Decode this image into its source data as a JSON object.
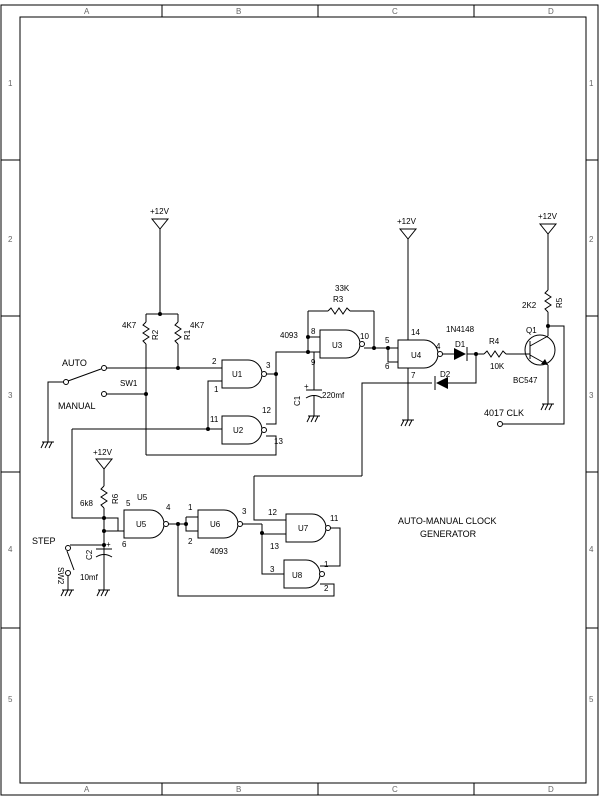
{
  "frame": {
    "cols": [
      "A",
      "B",
      "C",
      "D"
    ],
    "rows": [
      "1",
      "2",
      "3",
      "4",
      "5"
    ]
  },
  "supplies": [
    "+12V",
    "+12V",
    "+12V",
    "+12V"
  ],
  "resistors": {
    "r1": {
      "ref": "R1",
      "value": "4K7"
    },
    "r2": {
      "ref": "R2",
      "value": "4K7"
    },
    "r3": {
      "ref": "R3",
      "value": "33K"
    },
    "r4": {
      "ref": "R4",
      "value": "10K"
    },
    "r5": {
      "ref": "R5",
      "value": "2K2"
    },
    "r6": {
      "ref": "R6",
      "value": "6k8"
    }
  },
  "capacitors": {
    "c1": {
      "ref": "C1",
      "value": "220mf"
    },
    "c2": {
      "ref": "C2",
      "value": "10mf"
    }
  },
  "diodes": {
    "d1": {
      "ref": "D1",
      "value": "1N4148"
    },
    "d2": {
      "ref": "D2"
    }
  },
  "transistor": {
    "ref": "Q1",
    "value": "BC547"
  },
  "switches": {
    "sw1": {
      "ref": "SW1",
      "auto": "AUTO",
      "manual": "MANUAL"
    },
    "sw2": {
      "ref": "SW2",
      "label": "STEP"
    }
  },
  "gates": {
    "u1": {
      "ref": "U1",
      "pins": [
        "2",
        "1",
        "3"
      ]
    },
    "u2": {
      "ref": "U2",
      "pins": [
        "11",
        "13",
        "12"
      ]
    },
    "u3": {
      "ref": "U3",
      "pins": [
        "8",
        "9",
        "10"
      ],
      "part": "4093"
    },
    "u4": {
      "ref": "U4",
      "pins": [
        "5",
        "6",
        "4",
        "14",
        "7"
      ]
    },
    "u5": {
      "ref": "U5",
      "pins": [
        "5",
        "6",
        "4"
      ],
      "tag": "U5"
    },
    "u6": {
      "ref": "U6",
      "pins": [
        "1",
        "2",
        "3"
      ],
      "part": "4093"
    },
    "u7": {
      "ref": "U7",
      "pins": [
        "12",
        "13",
        "11"
      ]
    },
    "u8": {
      "ref": "U8",
      "pins": [
        "3",
        "1",
        "2"
      ]
    }
  },
  "output_label": "4017 CLK",
  "title_block": {
    "line1": "AUTO-MANUAL CLOCK",
    "line2": "GENERATOR"
  }
}
